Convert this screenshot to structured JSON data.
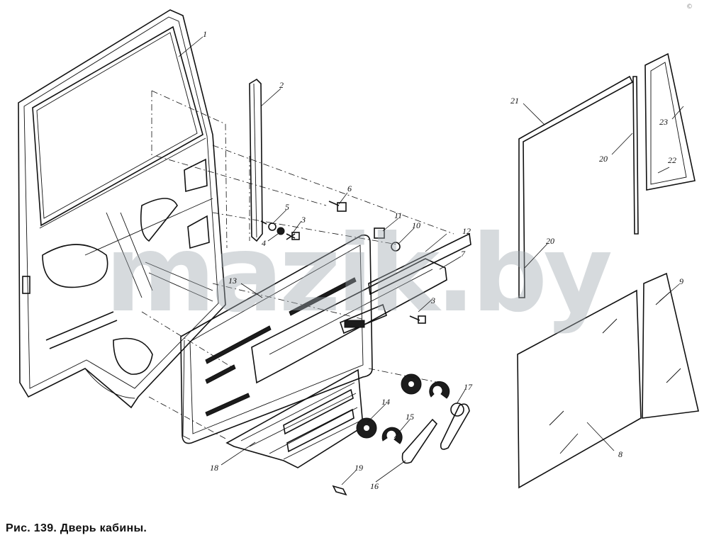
{
  "caption": "Рис. 139. Дверь кабины.",
  "watermark": "mazik.by",
  "corner_mark": "©",
  "callouts": [
    {
      "id": "c1",
      "text": "1"
    },
    {
      "id": "c2",
      "text": "2"
    },
    {
      "id": "c3a",
      "text": "3"
    },
    {
      "id": "c3b",
      "text": "3"
    },
    {
      "id": "c4",
      "text": "4"
    },
    {
      "id": "c5",
      "text": "5"
    },
    {
      "id": "c6",
      "text": "6"
    },
    {
      "id": "c7",
      "text": "7"
    },
    {
      "id": "c8",
      "text": "8"
    },
    {
      "id": "c9",
      "text": "9"
    },
    {
      "id": "c10",
      "text": "10"
    },
    {
      "id": "c11",
      "text": "11"
    },
    {
      "id": "c12",
      "text": "12"
    },
    {
      "id": "c13",
      "text": "13"
    },
    {
      "id": "c14",
      "text": "14"
    },
    {
      "id": "c15",
      "text": "15"
    },
    {
      "id": "c16",
      "text": "16"
    },
    {
      "id": "c17",
      "text": "17"
    },
    {
      "id": "c18",
      "text": "18"
    },
    {
      "id": "c19",
      "text": "19"
    },
    {
      "id": "c20a",
      "text": "20"
    },
    {
      "id": "c20b",
      "text": "20"
    },
    {
      "id": "c21",
      "text": "21"
    },
    {
      "id": "c22",
      "text": "22"
    },
    {
      "id": "c23",
      "text": "23"
    }
  ]
}
